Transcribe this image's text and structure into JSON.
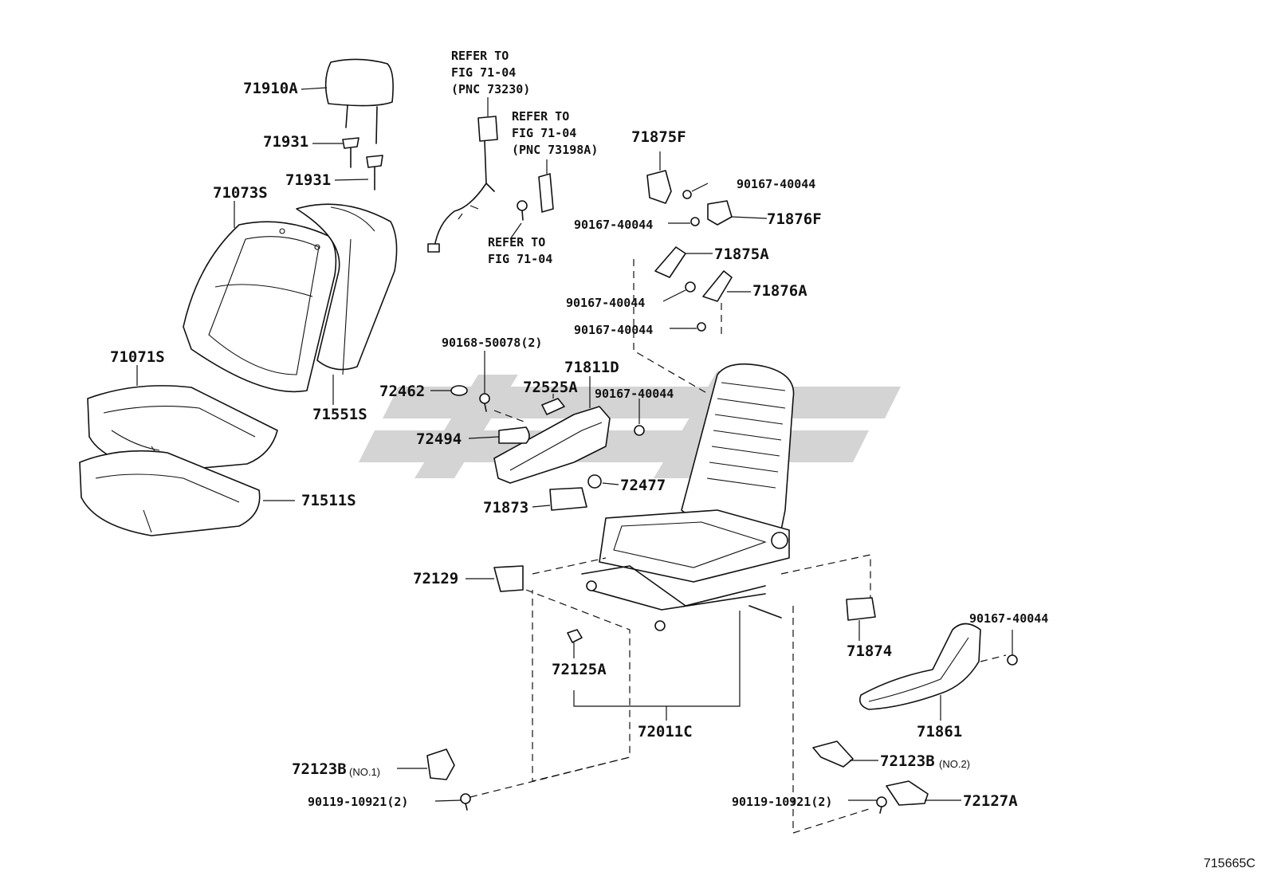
{
  "labels": {
    "p71910A": "71910A",
    "p71931a": "71931",
    "p71931b": "71931",
    "p71073S": "71073S",
    "p71071S": "71071S",
    "p71551S": "71551S",
    "p71511S": "71511S",
    "ref1": "REFER TO\nFIG 71-04\n(PNC 73230)",
    "ref2": "REFER TO\nFIG 71-04\n(PNC 73198A)",
    "ref3": "REFER TO\nFIG 71-04",
    "p71875F": "71875F",
    "b1": "90167-40044",
    "b2": "90167-40044",
    "p71876F": "71876F",
    "p71875A": "71875A",
    "b3": "90167-40044",
    "p71876A": "71876A",
    "b4": "90167-40044",
    "p90168": "90168-50078(2)",
    "p72462": "72462",
    "p72525A": "72525A",
    "p71811D": "71811D",
    "b5": "90167-40044",
    "p72494": "72494",
    "p72477": "72477",
    "p71873": "71873",
    "p72129": "72129",
    "p72125A": "72125A",
    "p72011C": "72011C",
    "p71874": "71874",
    "b6": "90167-40044",
    "p71861": "71861",
    "p72123B1": "72123B",
    "no1": "(NO.1)",
    "p72123B2": "72123B",
    "no2": "(NO.2)",
    "s1": "90119-10921(2)",
    "s2": "90119-10921(2)",
    "p72127A": "72127A",
    "code": "715665C"
  }
}
